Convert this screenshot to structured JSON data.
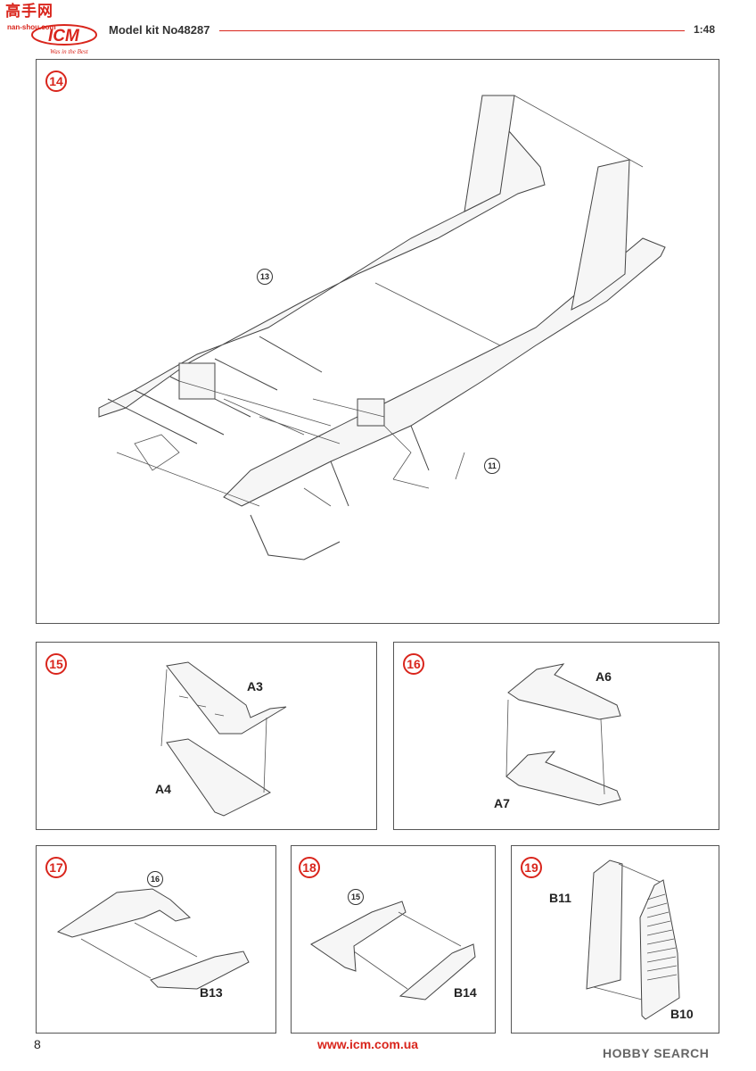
{
  "watermark": {
    "name": "高手网",
    "sub": "nan-shou.com"
  },
  "header": {
    "logo_text": "ICM",
    "logo_tagline": "Was in the Best",
    "model": "Model kit No48287",
    "scale": "1:48"
  },
  "steps": [
    {
      "number": "14",
      "refs": [
        "13",
        "11"
      ],
      "parts": []
    },
    {
      "number": "15",
      "refs": [],
      "parts": [
        "A3",
        "A4"
      ]
    },
    {
      "number": "16",
      "refs": [],
      "parts": [
        "A6",
        "A7"
      ]
    },
    {
      "number": "17",
      "refs": [
        "16"
      ],
      "parts": [
        "B13"
      ]
    },
    {
      "number": "18",
      "refs": [
        "15"
      ],
      "parts": [
        "B14"
      ]
    },
    {
      "number": "19",
      "refs": [],
      "parts": [
        "B11",
        "B10"
      ]
    }
  ],
  "footer": {
    "page_number": "8",
    "url": "www.icm.com.ua",
    "source": "HOBBY SEARCH"
  },
  "colors": {
    "accent": "#d9251c",
    "line": "#444444"
  }
}
